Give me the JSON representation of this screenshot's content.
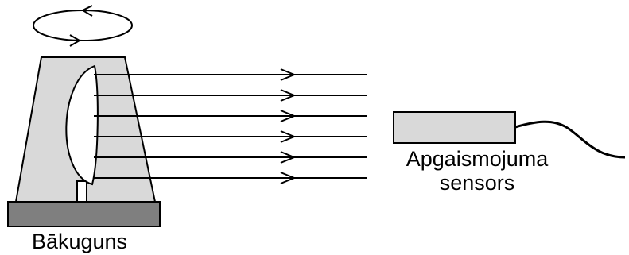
{
  "labels": {
    "lighthouse": "Bākuguns",
    "sensor_line1": "Apgaismojuma",
    "sensor_line2": "sensors"
  },
  "colors": {
    "stroke": "#000000",
    "tower_fill": "#d9d9d9",
    "base_fill": "#7f7f7f",
    "sensor_fill": "#d9d9d9",
    "lens_fill": "#ffffff"
  },
  "icons": {
    "rotation": "rotation-arrow-icon",
    "ray_arrow": "arrowhead-icon"
  },
  "light_rays": {
    "count": 6
  }
}
